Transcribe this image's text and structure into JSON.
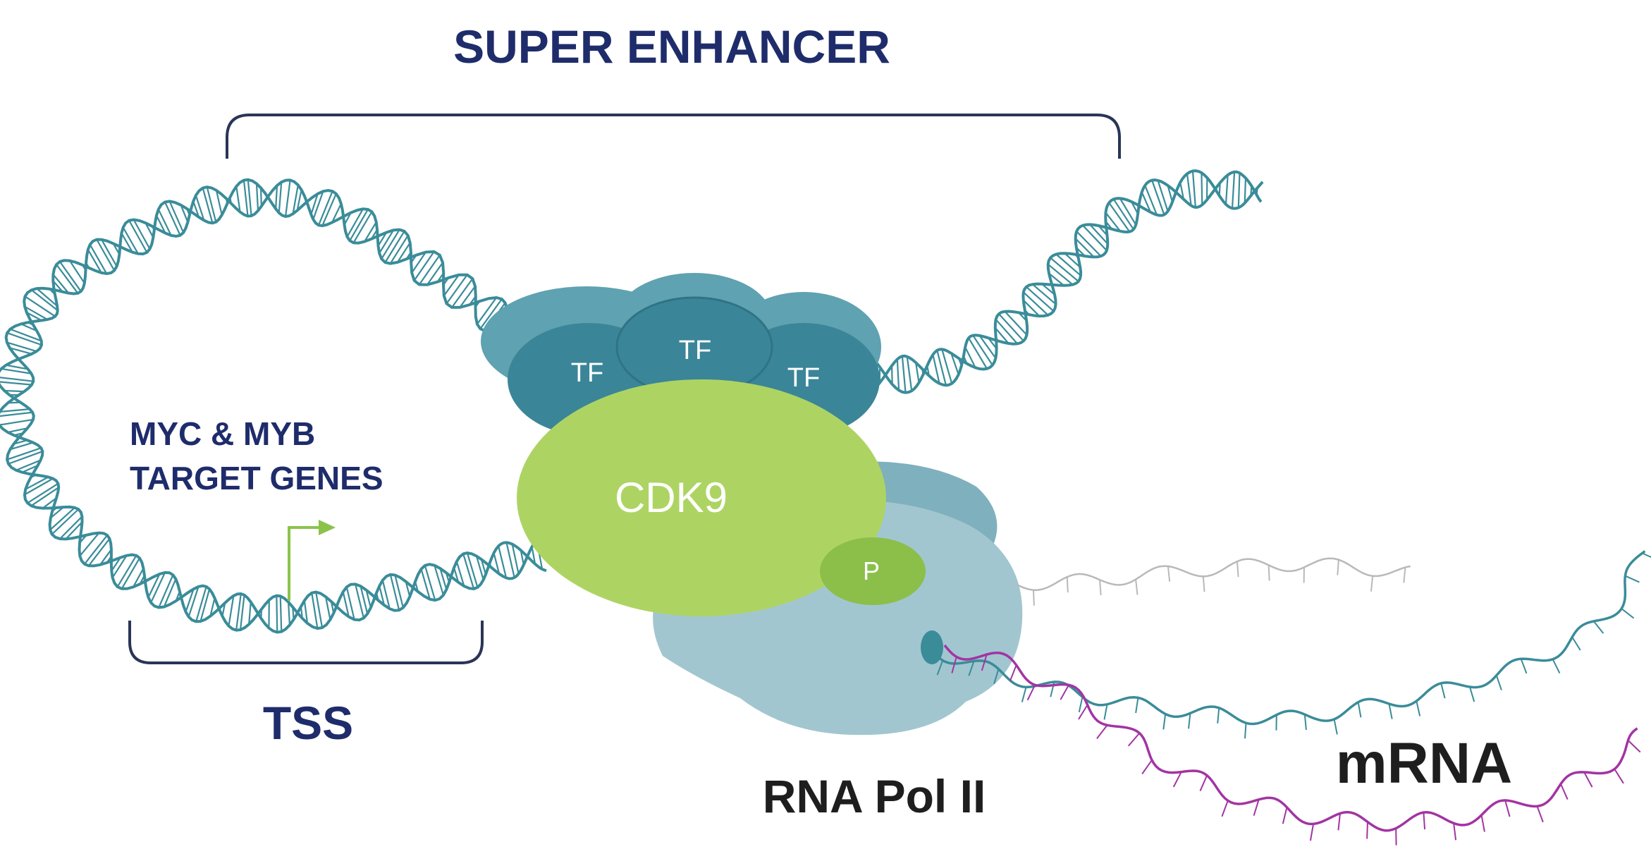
{
  "labels": {
    "super_enhancer": "SUPER ENHANCER",
    "target_genes_line1": "MYC & MYB",
    "target_genes_line2": "TARGET GENES",
    "tss": "TSS",
    "tf_left": "TF",
    "tf_middle": "TF",
    "tf_right": "TF",
    "cdk9": "CDK9",
    "phosphate": "P",
    "rna_pol": "RNA Pol II",
    "mrna": "mRNA"
  },
  "colors": {
    "dna": "#3a8c99",
    "tf_dark": "#3b8598",
    "tf_light": "#5fa2b2",
    "cdk9": "#add463",
    "phosphate": "#8bbf4a",
    "pol_light": "#a2c6d0",
    "pol_dark": "#7fb0bd",
    "mrna": "#a234a3",
    "ghost_rna": "#b9b9b9",
    "text_navy": "#1f2c6b",
    "tss_arrow": "#8bc34a"
  }
}
